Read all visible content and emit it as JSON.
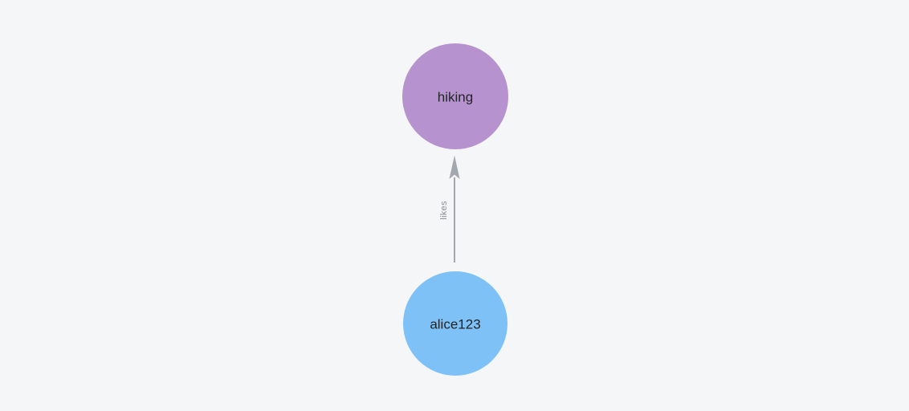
{
  "canvas": {
    "background": "#f5f6f7"
  },
  "graph": {
    "nodes": [
      {
        "id": "hiking",
        "label": "hiking",
        "color": "#b693ce",
        "label_color": "#212428"
      },
      {
        "id": "alice123",
        "label": "alice123",
        "color": "#7dc1f7",
        "label_color": "#212428"
      }
    ],
    "edges": [
      {
        "from": "alice123",
        "to": "hiking",
        "label": "likes",
        "color": "#a3a7ae",
        "label_color": "#8a8d92",
        "directed": true
      }
    ]
  }
}
